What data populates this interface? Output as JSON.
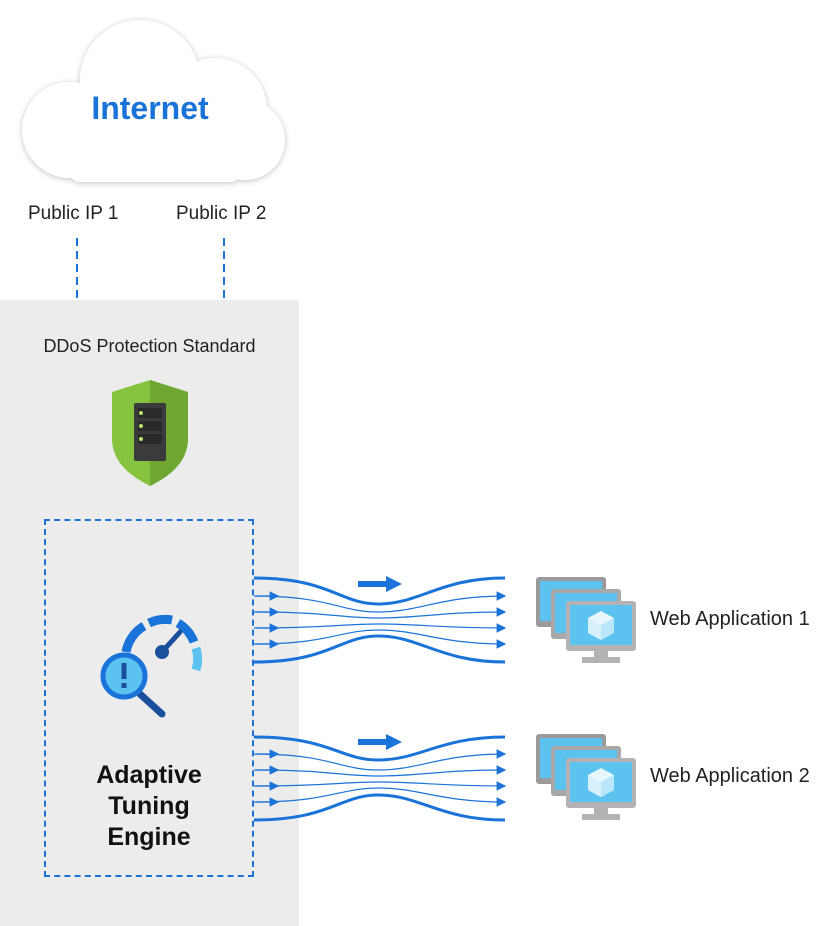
{
  "cloud": {
    "label": "Internet"
  },
  "public_ips": [
    "Public IP 1",
    "Public IP 2"
  ],
  "protection": {
    "title": "DDoS Protection Standard"
  },
  "engine": {
    "line1": "Adaptive",
    "line2": "Tuning",
    "line3": "Engine"
  },
  "apps": [
    "Web Application 1",
    "Web Application 2"
  ],
  "colors": {
    "accent": "#1a73d9",
    "shield": "#86c440",
    "panel": "#ececec",
    "monitor": "#b3b3b3",
    "cube": "#5cc3f0"
  },
  "icons": [
    "cloud-icon",
    "shield-server-icon",
    "gauge-magnifier-icon",
    "monitor-stack-icon",
    "arrow-right-icon"
  ]
}
